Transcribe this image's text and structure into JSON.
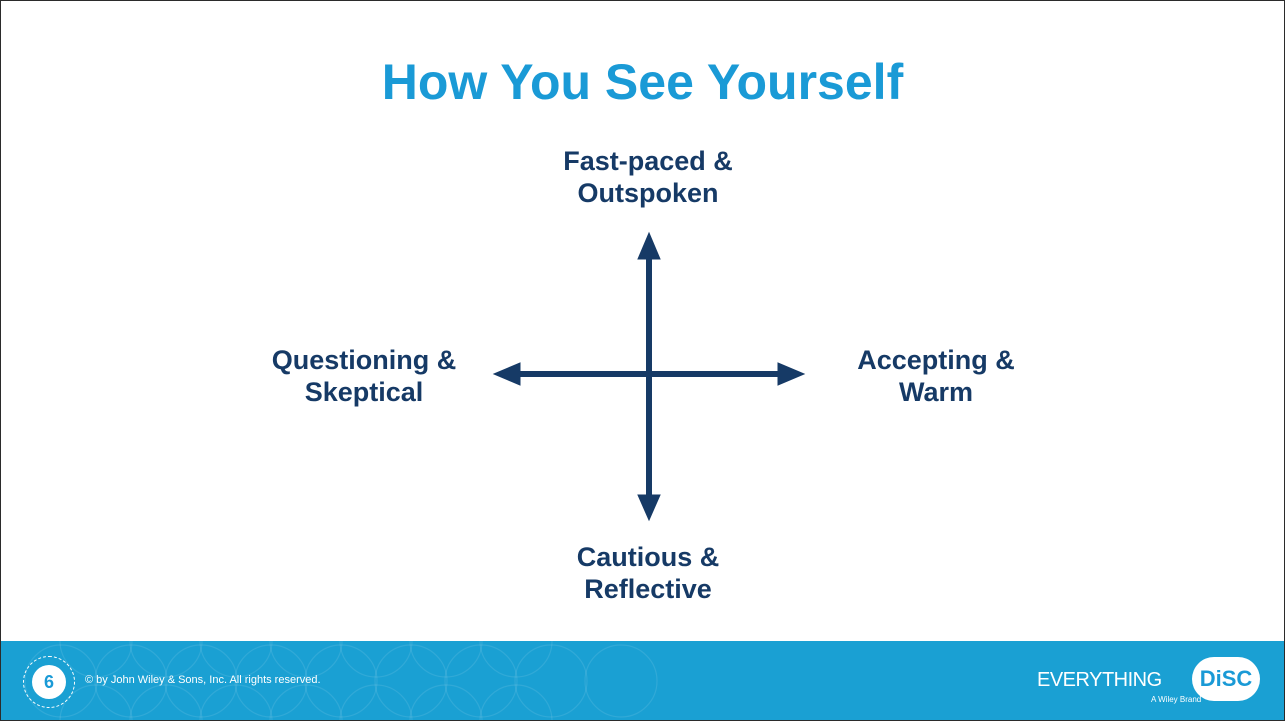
{
  "slide": {
    "title": "How You See Yourself",
    "axis_labels": {
      "top": [
        "Fast-paced &",
        "Outspoken"
      ],
      "bottom": [
        "Cautious &",
        "Reflective"
      ],
      "left": [
        "Questioning &",
        "Skeptical"
      ],
      "right": [
        "Accepting &",
        "Warm"
      ]
    }
  },
  "footer": {
    "page_number": "6",
    "copyright": "© by John Wiley & Sons, Inc. All rights reserved.",
    "brand_word": "EVERYTHING",
    "brand_mark": "DiSC",
    "brand_tagline": "A Wiley Brand"
  },
  "colors": {
    "title": "#1a9ad6",
    "label": "#163a66",
    "axis": "#163a66",
    "footer_bg": "#1aa0d3"
  },
  "icons": [
    "four-way-arrow-axes",
    "disc-logo"
  ]
}
